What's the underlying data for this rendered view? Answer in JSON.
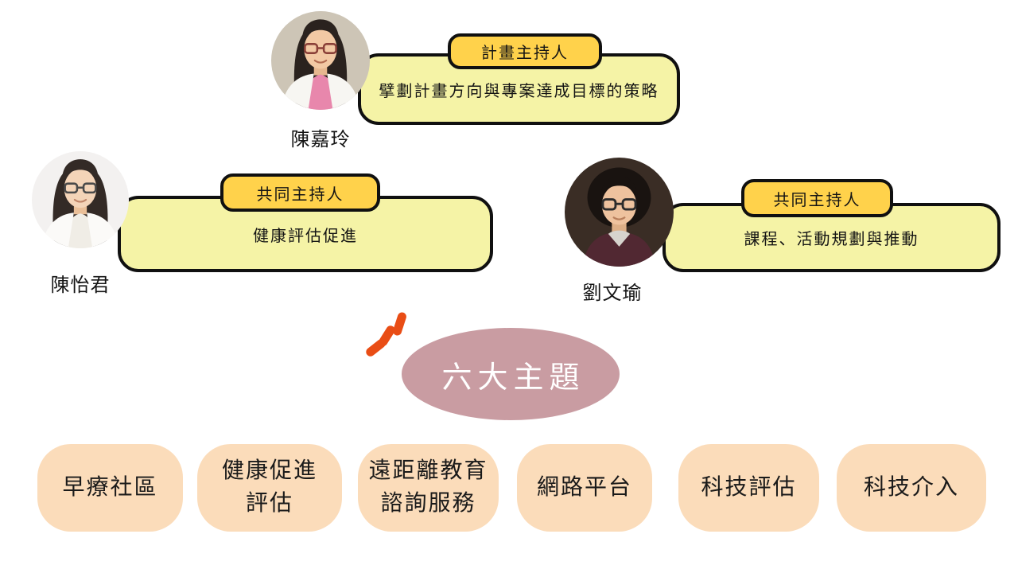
{
  "people": [
    {
      "name": "陳嘉玲",
      "role": "計畫主持人",
      "description": "擘劃計畫方向與專案達成目標的策略",
      "photo": "woman-glasses-white-labcoat-pink-shirt-beige-background"
    },
    {
      "name": "陳怡君",
      "role": "共同主持人",
      "description": "健康評估促進",
      "photo": "woman-glasses-long-hair-white-coat-light-background"
    },
    {
      "name": "劉文瑜",
      "role": "共同主持人",
      "description": "課程、活動規劃與推動",
      "photo": "woman-glasses-short-hair-maroon-sweater-dark-background"
    }
  ],
  "center_topic": {
    "label": "六大主題"
  },
  "themes": [
    {
      "label": "早療社區"
    },
    {
      "label": "健康促進\n評估"
    },
    {
      "label": "遠距離教育\n諮詢服務"
    },
    {
      "label": "網路平台"
    },
    {
      "label": "科技評估"
    },
    {
      "label": "科技介入"
    }
  ],
  "colors": {
    "badge_fill": "#FFD24B",
    "panel_fill": "#F5F3A6",
    "outline": "#101010",
    "theme_fill": "#FBDCBA",
    "topic_fill": "#C99CA2",
    "topic_text": "#FFFFFF",
    "accent_orange": "#E94D15"
  }
}
